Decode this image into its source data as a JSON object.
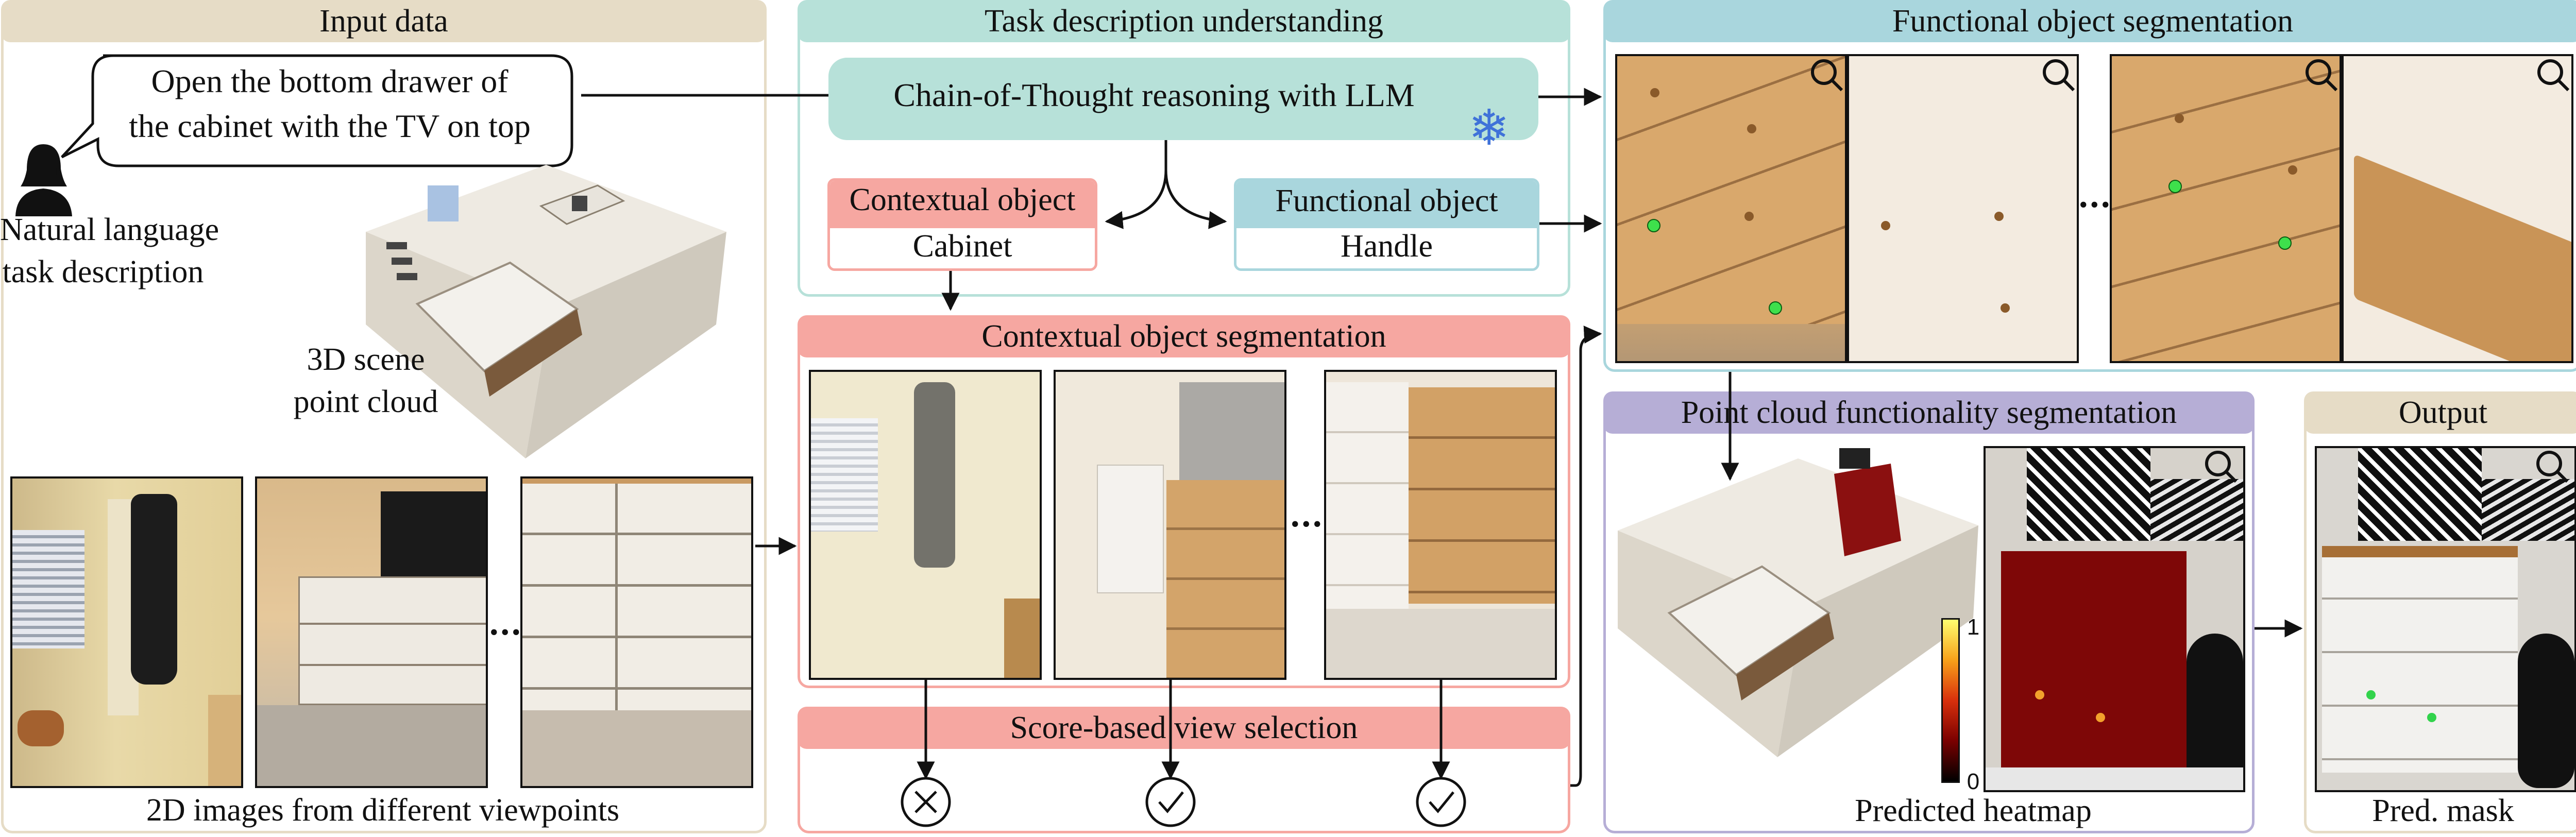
{
  "input": {
    "title": "Input data",
    "speech": [
      "Open the bottom drawer of",
      "the cabinet with the TV on top"
    ],
    "nl_label": [
      "Natural language",
      "task description"
    ],
    "scene_label": [
      "3D scene",
      "point cloud"
    ],
    "images_caption": "2D images from different viewpoints",
    "ellipsis": "..."
  },
  "task": {
    "title": "Task description understanding",
    "llm": "Chain-of-Thought reasoning with LLM",
    "contextual": {
      "head": "Contextual object",
      "value": "Cabinet"
    },
    "functional": {
      "head": "Functional object",
      "value": "Handle"
    }
  },
  "contextual_seg": {
    "title": "Contextual object segmentation",
    "ellipsis": "..."
  },
  "view_select": {
    "title": "Score-based view selection",
    "marks": [
      "reject",
      "accept",
      "accept"
    ]
  },
  "func_seg": {
    "title": "Functional object segmentation",
    "ellipsis": "..."
  },
  "pc_seg": {
    "title": "Point cloud functionality segmentation",
    "caption": "Predicted heatmap",
    "scale_max": "1",
    "scale_min": "0"
  },
  "output": {
    "title": "Output",
    "caption": "Pred. mask"
  },
  "colors": {
    "input": "#e6dcc6",
    "task": "#b7e1d9",
    "contextual": "#f6a7a1",
    "functional": "#a9d6dd",
    "pc": "#b6aed6",
    "output": "#e6dcc6"
  }
}
